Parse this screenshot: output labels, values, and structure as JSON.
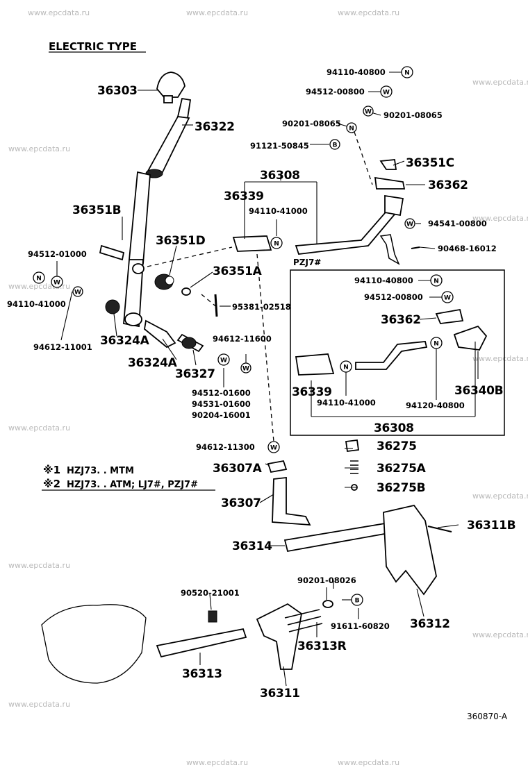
{
  "header": {
    "title": "ELECTRIC TYPE",
    "figure_code": "360870-A"
  },
  "inset_label": "PZJ7#",
  "notes": [
    {
      "mark": "※1",
      "text": "HZJ73. . MTM"
    },
    {
      "mark": "※2",
      "text": "HZJ73. . ATM; LJ7#, PZJ7#"
    }
  ],
  "watermark": "www.epcdata.ru",
  "parts": {
    "p36303": "36303",
    "p36322": "36322",
    "p36351B": "36351B",
    "p36351D": "36351D",
    "p36351A": "36351A",
    "p36324A_1": "36324A",
    "p36324A_2": "36324A",
    "p36327": "36327",
    "p36308": "36308",
    "p36339": "36339",
    "p36351C": "36351C",
    "p36362": "36362",
    "i36362": "36362",
    "i36339": "36339",
    "i36340B": "36340B",
    "i36308": "36308",
    "p36275": "36275",
    "p36275A": "36275A",
    "p36275B": "36275B",
    "p36307A": "36307A",
    "p36307": "36307",
    "p36311B": "36311B",
    "p36314": "36314",
    "p36312": "36312",
    "p36313R": "36313R",
    "p36313": "36313",
    "p36311": "36311"
  },
  "small_parts": {
    "s94110_40800_top": "94110-40800",
    "s94512_00800_top": "94512-00800",
    "s90201_08065_a": "90201-08065",
    "s90201_08065_b": "90201-08065",
    "s91121_50845": "91121-50845",
    "s94110_41000_a": "94110-41000",
    "s94541_00800": "94541-00800",
    "s90468_16012": "90468-16012",
    "s94512_01000": "94512-01000",
    "s94110_41000_b": "94110-41000",
    "s95381_02518": "95381-02518",
    "s94612_11001": "94612-11001",
    "s94612_11600": "94612-11600",
    "s94512_01600": "94512-01600",
    "s94531_01600": "94531-01600",
    "s90204_16001": "90204-16001",
    "s94612_11300": "94612-11300",
    "i94110_40800": "94110-40800",
    "i94512_00800": "94512-00800",
    "i94110_41000": "94110-41000",
    "i94120_40800": "94120-40800",
    "s90201_08026": "90201-08026",
    "s90520_21001": "90520-21001",
    "s91611_60820": "91611-60820"
  },
  "badges": {
    "nut": "N",
    "washer": "W",
    "bolt": "B"
  }
}
